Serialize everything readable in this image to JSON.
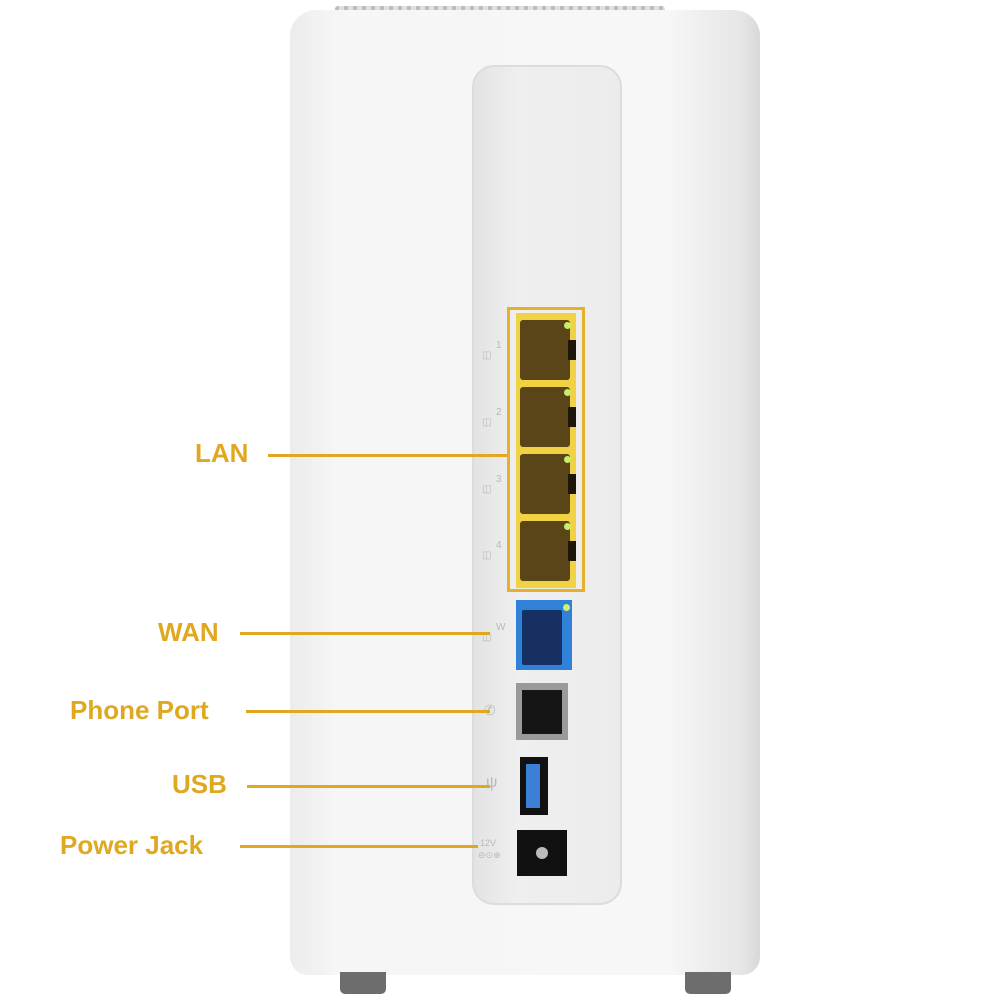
{
  "labels": {
    "lan": "LAN",
    "wan": "WAN",
    "phone": "Phone Port",
    "usb": "USB",
    "power": "Power Jack"
  },
  "port_marks": {
    "lan1": "1",
    "lan2": "2",
    "lan3": "3",
    "lan4": "4",
    "wan": "W",
    "power": "12V"
  },
  "colors": {
    "accent": "#e0a820",
    "lan_ports": "#f2d245",
    "wan_port": "#2f82d8"
  }
}
